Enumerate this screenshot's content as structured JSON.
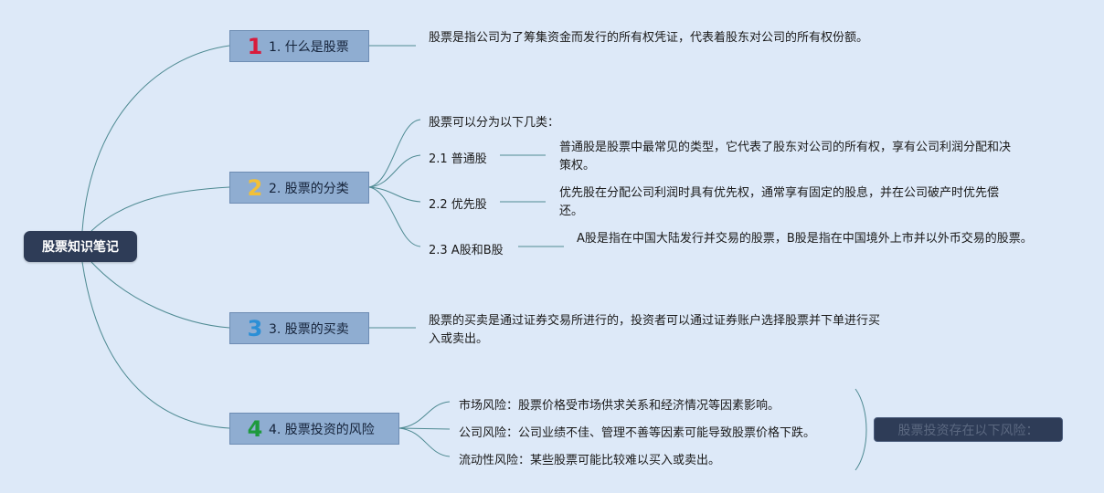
{
  "root": {
    "label": "股票知识笔记"
  },
  "topics": [
    {
      "label": "1. 什么是股票",
      "icon": "1",
      "icon_color": "#d81b3c",
      "detail": "股票是指公司为了筹集资金而发行的所有权凭证，代表着股东对公司的所有权份额。"
    },
    {
      "label": "2. 股票的分类",
      "icon": "2",
      "icon_color": "#f2c037",
      "intro": "股票可以分为以下几类：",
      "subs": [
        {
          "label": "2.1 普通股",
          "detail": "普通股是股票中最常见的类型，它代表了股东对公司的所有权，享有公司利润分配和决策权。"
        },
        {
          "label": "2.2 优先股",
          "detail": "优先股在分配公司利润时具有优先权，通常享有固定的股息，并在公司破产时优先偿还。"
        },
        {
          "label": "2.3 A股和B股",
          "detail": "A股是指在中国大陆发行并交易的股票，B股是指在中国境外上市并以外币交易的股票。"
        }
      ]
    },
    {
      "label": "3. 股票的买卖",
      "icon": "3",
      "icon_color": "#2b8fd6",
      "detail": "股票的买卖是通过证券交易所进行的，投资者可以通过证券账户选择股票并下单进行买入或卖出。"
    },
    {
      "label": "4. 股票投资的风险",
      "icon": "4",
      "icon_color": "#1e9a3c",
      "risks": [
        "市场风险：股票价格受市场供求关系和经济情况等因素影响。",
        "公司风险：公司业绩不佳、管理不善等因素可能导致股票价格下跌。",
        "流动性风险：某些股票可能比较难以买入或卖出。"
      ],
      "summary": "股票投资存在以下风险："
    }
  ],
  "colors": {
    "line": "#4e8a92",
    "root_bg": "#2e3c57",
    "topic_bg": "#8fadd1",
    "background": "#dde9f8"
  }
}
